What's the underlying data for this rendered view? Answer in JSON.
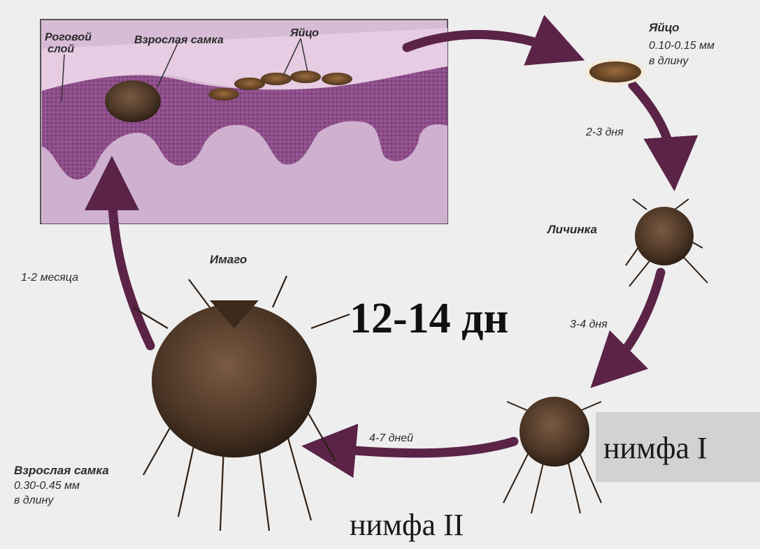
{
  "labels": {
    "stratum": [
      "Роговой",
      "слой"
    ],
    "female_inset": "Взрослая самка",
    "egg_inset": "Яйцо",
    "egg_title": "Яйцо",
    "egg_size": [
      "0.10-0.15 мм",
      "в длину"
    ],
    "larva": "Личинка",
    "imago": "Имаго",
    "adult_title": "Взрослая самка",
    "adult_size": [
      "0.30-0.45 мм",
      "в длину"
    ]
  },
  "durations": {
    "egg_to_larva": "2-3 дня",
    "larva_to_nymph": "3-4 дня",
    "nymph_to_imago": "4-7 дней",
    "imago_to_skin": "1-2 месяца"
  },
  "overlay": {
    "total": "12-14 дн",
    "nymph1": "нимфа I",
    "nymph2": "нимфа II"
  },
  "colors": {
    "arrow": "#5b2348",
    "skin_dark": "#8a4a86",
    "skin_light": "#c8a6c9",
    "mite": "#4b3525",
    "background": "#eeeeee"
  }
}
